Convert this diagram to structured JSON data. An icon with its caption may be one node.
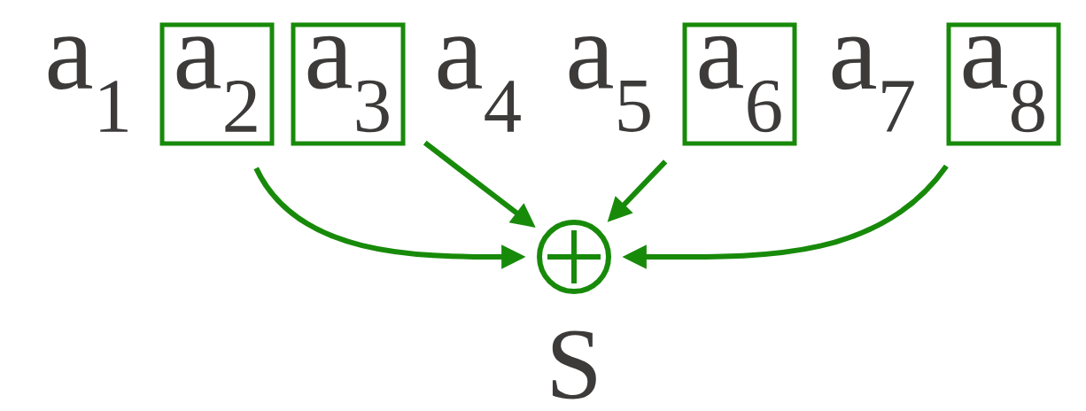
{
  "diagram": {
    "nodes": [
      {
        "text": [
          "a$_{2}$"
        ]
      },
      {
        "text": [
          "a$_{3}$"
        ]
      },
      {
        "text": [
          "a$_{6}$"
        ]
      },
      {
        "text": [
          "a$_{8}$"
        ]
      },
      {
        "text": [],
        "shape": "circle",
        "beside": [
          "S"
        ]
      }
    ],
    "edges": [
      {
        "from": 0,
        "to": 4,
        "arrow": "to"
      },
      {
        "from": 1,
        "to": 4,
        "arrow": "to"
      },
      {
        "from": 2,
        "to": 4,
        "arrow": "to"
      },
      {
        "from": 3,
        "to": 4,
        "arrow": "to"
      }
    ],
    "labels": [
      "a$_{1}$",
      "a$_{4}$",
      "a$_{5}$",
      "a$_{7}$"
    ]
  }
}
